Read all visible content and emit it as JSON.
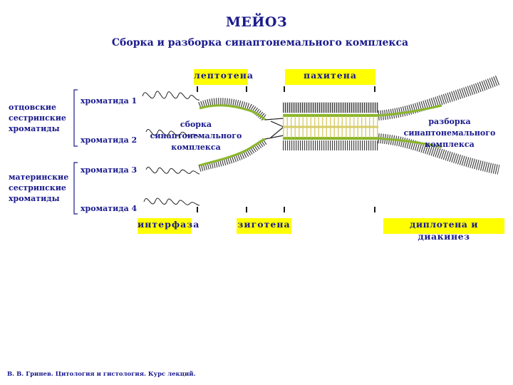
{
  "title": "МЕЙОЗ",
  "subtitle": "Сборка и разборка синаптонемального комплекса",
  "groups": {
    "paternal": [
      "отцовские",
      "сестринские",
      "хроматиды"
    ],
    "maternal": [
      "материнские",
      "сестринские",
      "хроматиды"
    ]
  },
  "chromatids": [
    "хроматида 1",
    "хроматида 2",
    "хроматида 3",
    "хроматида 4"
  ],
  "stages": {
    "leptotene": "лептотена",
    "pachytene": "пахитена",
    "interphase": "интерфаза",
    "zygotene": "зиготена",
    "diplotene": "диплотена и диакинез"
  },
  "notes": {
    "assembly": [
      "сборка",
      "синаптонемального",
      "комплекса"
    ],
    "disassembly": [
      "разборка",
      "синаптонемального",
      "комплекса"
    ]
  },
  "credit": "В. В. Гринев. Цитология и гистология. Курс лекций.",
  "colors": {
    "text": "#1a1a8c",
    "stage_bg": "#ffff00",
    "axial": "#8ab62a",
    "pairing": "#d8cd6a"
  }
}
